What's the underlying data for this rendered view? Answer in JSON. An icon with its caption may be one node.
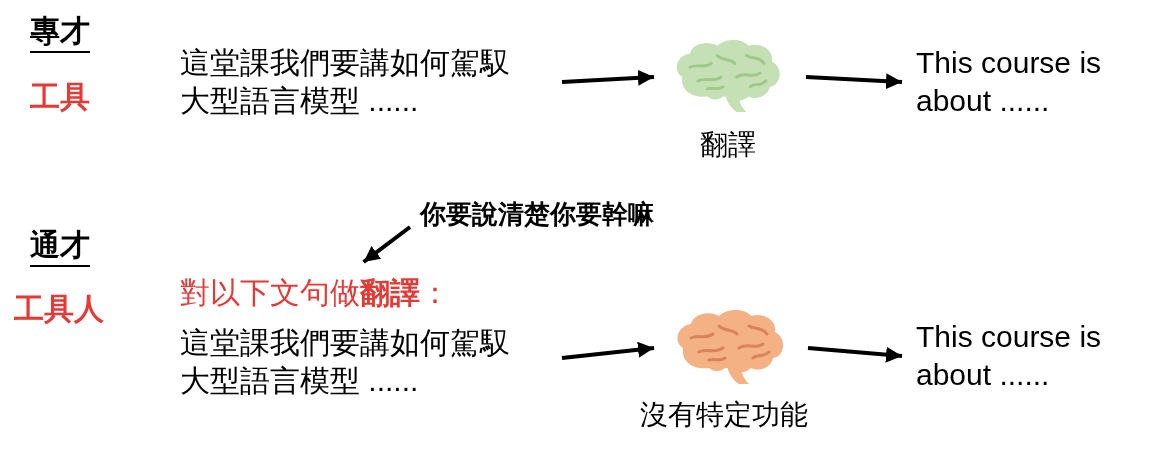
{
  "diagram": {
    "nodes": [
      {
        "text": [
          "這堂課我們要講如何駕馭大型語言模型 ......"
        ]
      },
      {
        "text": [],
        "shape": "picture",
        "beside": [
          "翻譯"
        ]
      },
      {
        "text": [
          "This course is about ......"
        ]
      },
      {
        "text": [
          "你要說清楚你要幹嘛"
        ]
      },
      {
        "text": [
          "對以下文句做**翻譯**："
        ]
      },
      {
        "text": [
          "這堂課我們要講如何駕馭大型語言模型 ......"
        ]
      },
      {
        "text": [],
        "shape": "picture",
        "beside": [
          "沒有特定功能"
        ]
      },
      {
        "text": [
          "This course is about ......"
        ]
      }
    ],
    "edges": [
      {
        "from": 0,
        "to": 1,
        "arrow": "to"
      },
      {
        "from": 1,
        "to": 2,
        "arrow": "to"
      },
      {
        "from": 3,
        "to": 4,
        "arrow": "to"
      },
      {
        "from": 5,
        "to": 6,
        "arrow": "to"
      },
      {
        "from": 6,
        "to": 7,
        "arrow": "to"
      }
    ],
    "labels": [
      "專才",
      "工具",
      "通才",
      "工具人"
    ]
  }
}
